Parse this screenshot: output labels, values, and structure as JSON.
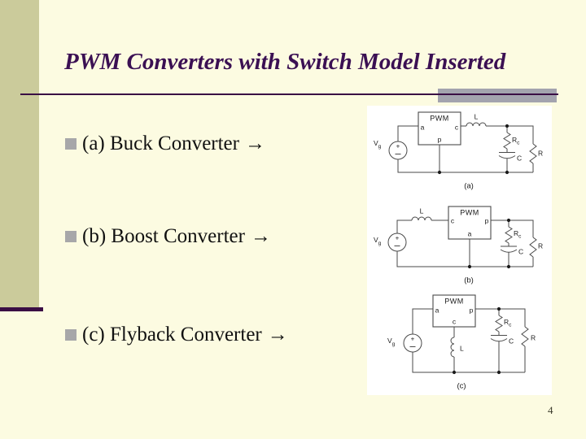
{
  "slide": {
    "title": "PWM Converters with Switch Model Inserted",
    "page_number": "4"
  },
  "bullets": [
    {
      "label": "(a) Buck Converter",
      "arrow": "→"
    },
    {
      "label": "(b) Boost Converter",
      "arrow": "→"
    },
    {
      "label": "(c) Flyback Converter",
      "arrow": "→"
    }
  ],
  "figure": {
    "circuits": [
      {
        "caption": "(a)",
        "box_label": "PWM",
        "terminal_left": "a",
        "terminal_right": "c",
        "terminal_bottom": "p",
        "source_label": "V",
        "source_sub": "g",
        "plus": "+",
        "inductor_label": "L",
        "esr_label": "R",
        "esr_sub": "c",
        "cap_label": "C",
        "load_label": "R"
      },
      {
        "caption": "(b)",
        "box_label": "PWM",
        "terminal_left": "c",
        "terminal_right": "p",
        "terminal_bottom": "a",
        "source_label": "V",
        "source_sub": "g",
        "plus": "+",
        "inductor_label": "L",
        "esr_label": "R",
        "esr_sub": "c",
        "cap_label": "C",
        "load_label": "R"
      },
      {
        "caption": "(c)",
        "box_label": "PWM",
        "terminal_left": "a",
        "terminal_right": "p",
        "terminal_bottom": "c",
        "source_label": "V",
        "source_sub": "g",
        "plus": "+",
        "inductor_label": "L",
        "esr_label": "R",
        "esr_sub": "c",
        "cap_label": "C",
        "load_label": "R"
      }
    ]
  },
  "colors": {
    "bg": "#FCFBE1",
    "sidebar": "#CBCB9B",
    "accent": "#3A0D44",
    "title": "#3B1053",
    "graybar": "#A3A3AE",
    "bullet": "#A7A7A9",
    "line": "#4a4a4a",
    "dtext": "#1a1a1a"
  }
}
